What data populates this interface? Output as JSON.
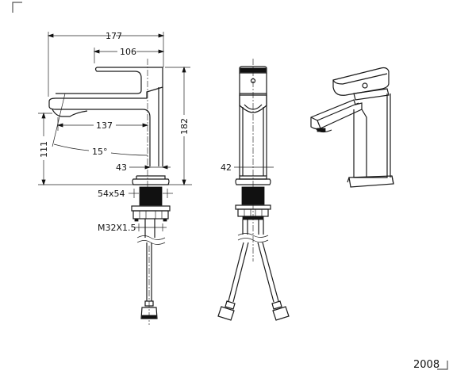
{
  "drawing": {
    "product_code": "2008",
    "side_view": {
      "overall_width": "177",
      "handle_width": "106",
      "spout_reach": "137",
      "overall_height": "182",
      "spout_height": "111",
      "spout_angle": "15°",
      "body_width": "43",
      "base_size": "54x54",
      "thread": "M32X1.5"
    },
    "front_view": {
      "body_width": "42"
    }
  }
}
